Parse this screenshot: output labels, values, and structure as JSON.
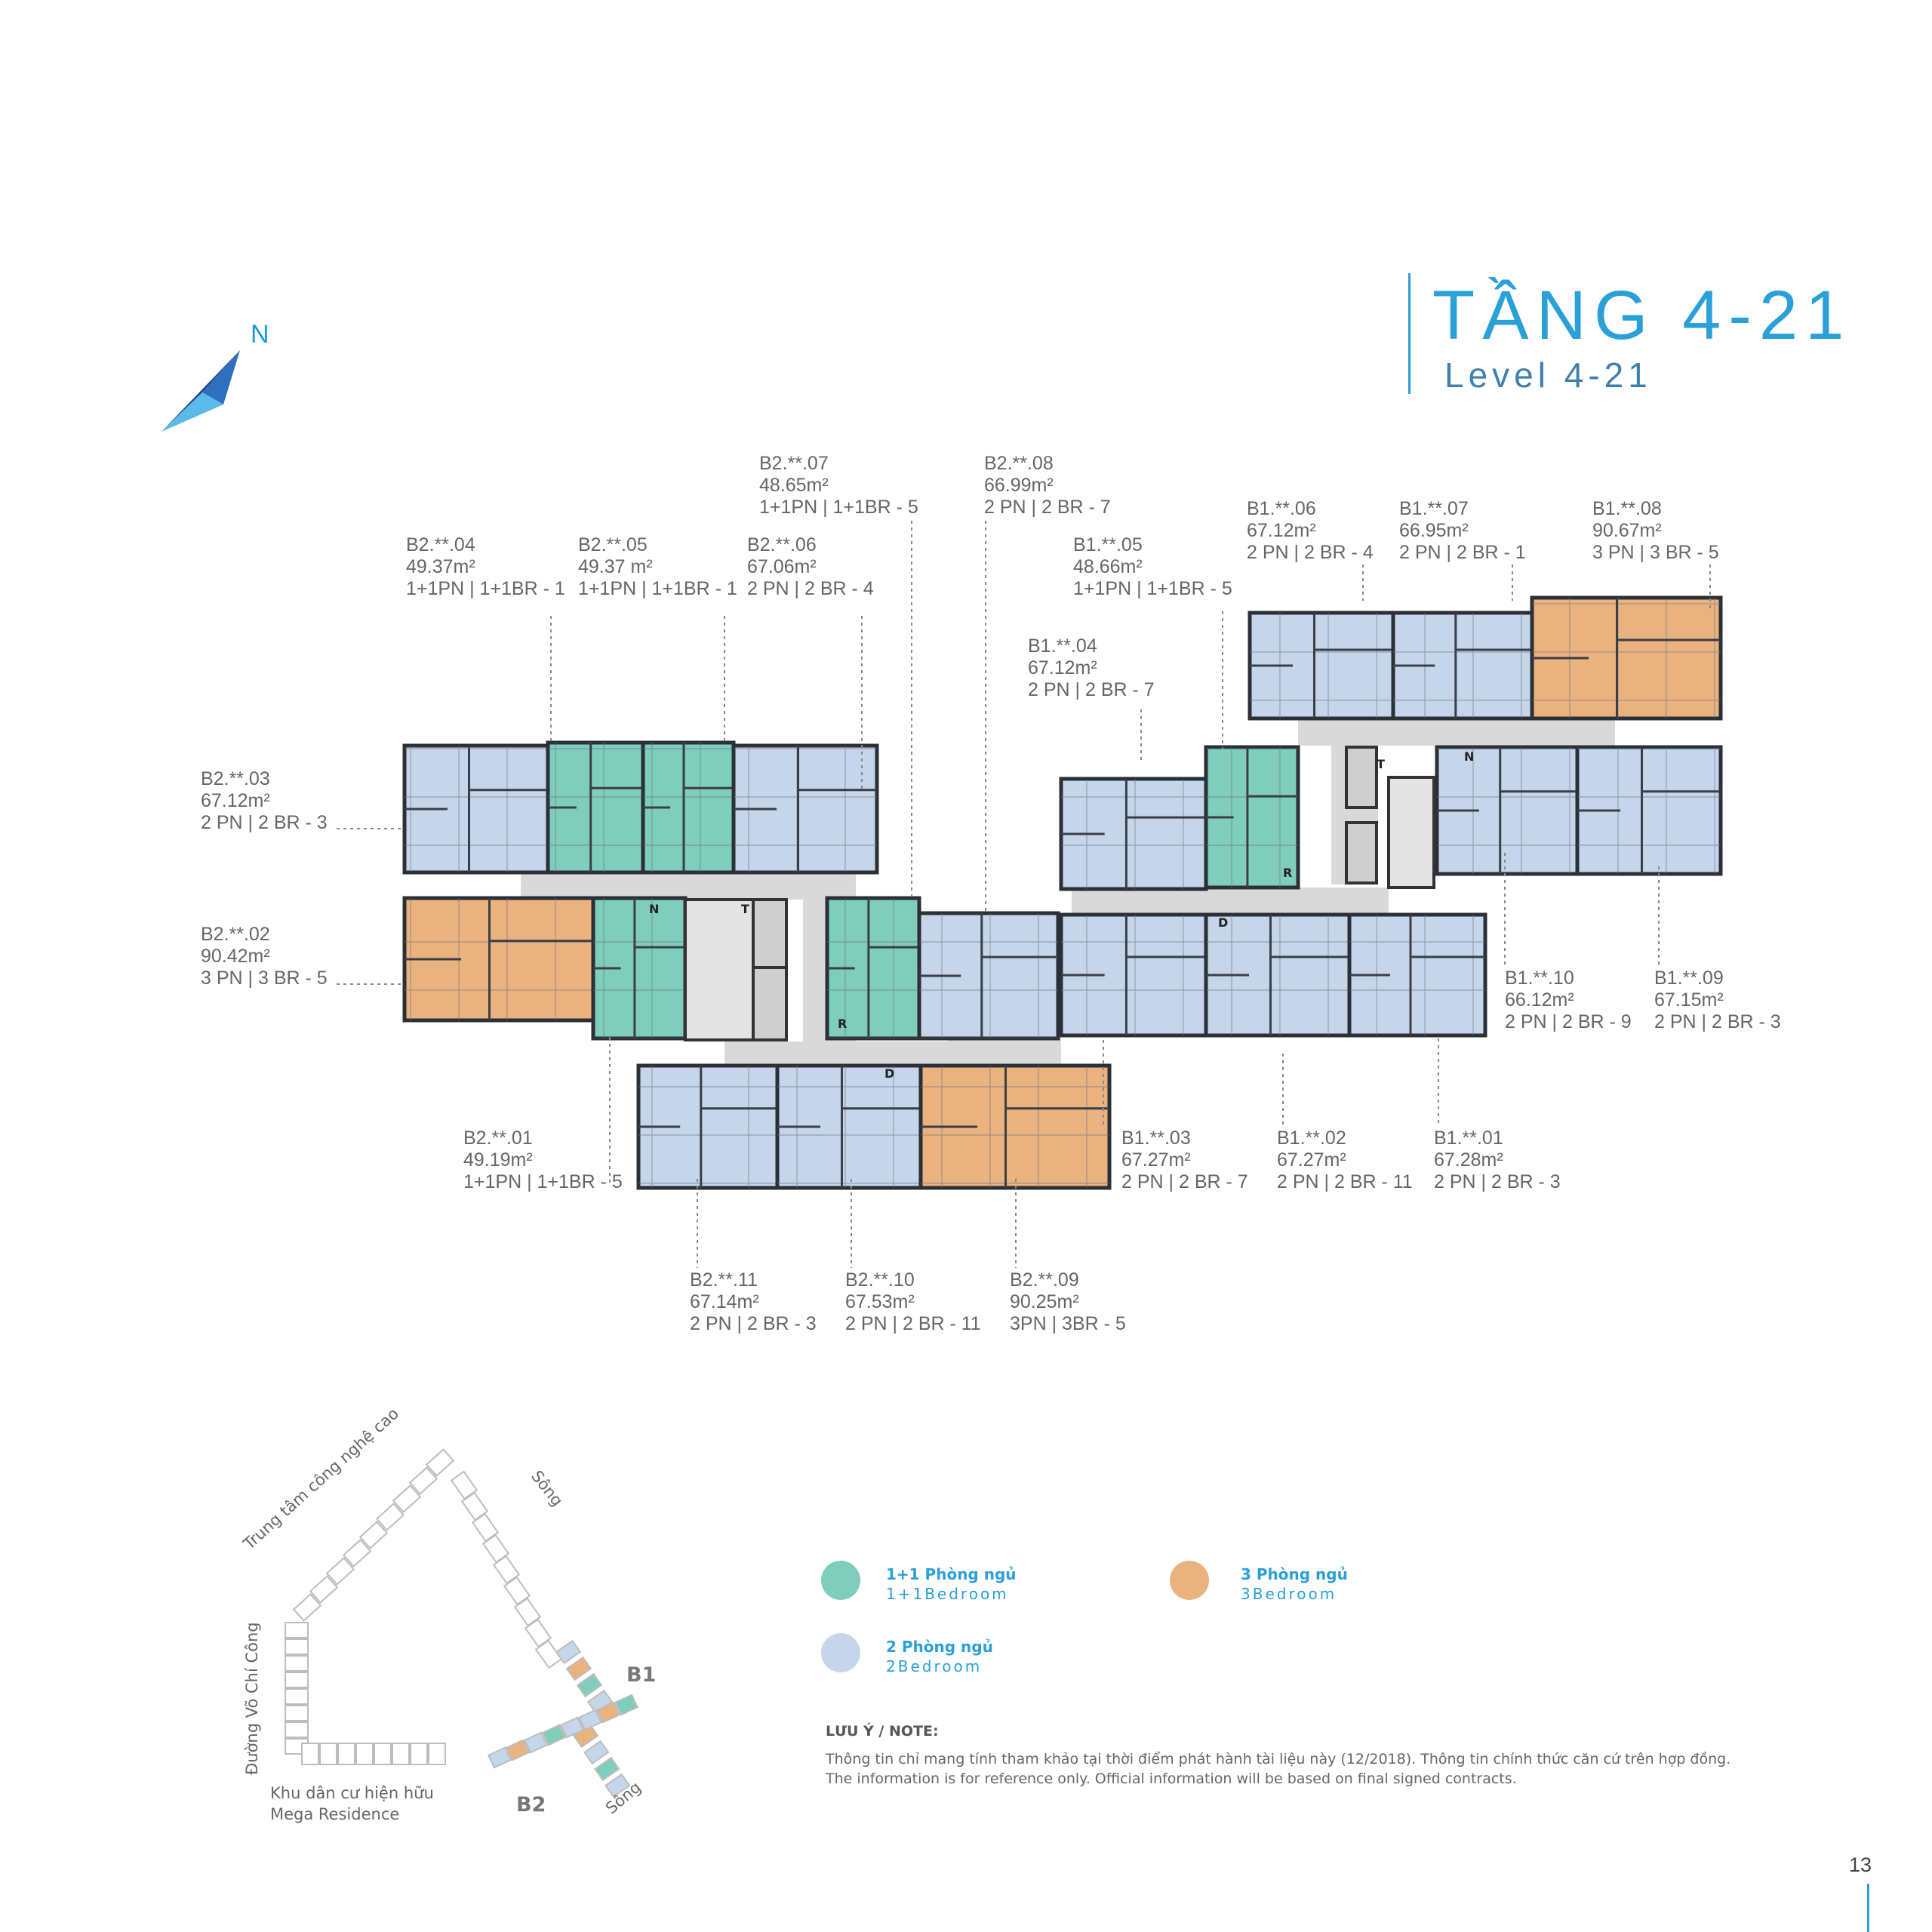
{
  "title": {
    "vi": "TẦNG 4-21",
    "en": "Level 4-21"
  },
  "compass": {
    "label": "N"
  },
  "colors": {
    "one_plus_one": "#7fcdbb",
    "two_bed": "#c5d6ea",
    "three_bed": "#eab27f",
    "corridor": "#d9d9d9",
    "accent": "#2aa0d8"
  },
  "units": [
    {
      "code": "B2.**.07",
      "area": "48.65m²",
      "type": "1+1PN | 1+1BR - 5"
    },
    {
      "code": "B2.**.08",
      "area": "66.99m²",
      "type": "2 PN | 2 BR - 7"
    },
    {
      "code": "B2.**.04",
      "area": "49.37m²",
      "type": "1+1PN | 1+1BR - 1"
    },
    {
      "code": "B2.**.05",
      "area": "49.37 m²",
      "type": "1+1PN | 1+1BR - 1"
    },
    {
      "code": "B2.**.06",
      "area": "67.06m²",
      "type": "2 PN | 2 BR - 4"
    },
    {
      "code": "B1.**.06",
      "area": "67.12m²",
      "type": "2 PN | 2 BR - 4"
    },
    {
      "code": "B1.**.07",
      "area": "66.95m²",
      "type": "2 PN | 2 BR - 1"
    },
    {
      "code": "B1.**.08",
      "area": "90.67m²",
      "type": "3 PN | 3 BR - 5"
    },
    {
      "code": "B1.**.05",
      "area": "48.66m²",
      "type": "1+1PN | 1+1BR - 5"
    },
    {
      "code": "B1.**.04",
      "area": "67.12m²",
      "type": "2 PN | 2 BR - 7"
    },
    {
      "code": "B2.**.03",
      "area": "67.12m²",
      "type": "2 PN | 2 BR - 3"
    },
    {
      "code": "B2.**.02",
      "area": "90.42m²",
      "type": "3 PN | 3 BR - 5"
    },
    {
      "code": "B1.**.10",
      "area": "66.12m²",
      "type": "2 PN | 2 BR - 9"
    },
    {
      "code": "B1.**.09",
      "area": "67.15m²",
      "type": "2 PN | 2 BR - 3"
    },
    {
      "code": "B2.**.01",
      "area": "49.19m²",
      "type": "1+1PN | 1+1BR - 5"
    },
    {
      "code": "B1.**.03",
      "area": "67.27m²",
      "type": "2 PN | 2 BR - 7"
    },
    {
      "code": "B1.**.02",
      "area": "67.27m²",
      "type": "2 PN | 2 BR - 11"
    },
    {
      "code": "B1.**.01",
      "area": "67.28m²",
      "type": "2 PN | 2 BR - 3"
    },
    {
      "code": "B2.**.11",
      "area": "67.14m²",
      "type": "2 PN | 2 BR - 3"
    },
    {
      "code": "B2.**.10",
      "area": "67.53m²",
      "type": "2 PN | 2 BR - 11"
    },
    {
      "code": "B2.**.09",
      "area": "90.25m²",
      "type": "3PN | 3BR - 5"
    }
  ],
  "plan_marks": [
    "N",
    "T",
    "R",
    "D"
  ],
  "legend": [
    {
      "vi": "1+1 Phòng ngủ",
      "en": "1+1Bedroom",
      "color": "#7fcdbb"
    },
    {
      "vi": "3 Phòng ngủ",
      "en": "3Bedroom",
      "color": "#eab27f"
    },
    {
      "vi": "2 Phòng ngủ",
      "en": "2Bedroom",
      "color": "#c5d6ea"
    }
  ],
  "note": {
    "title": "LƯU Ý / NOTE:",
    "line1": "Thông tin chỉ mang tính tham khảo tại thời điểm phát hành tài liệu này (12/2018). Thông tin chính thức căn cứ trên hợp đồng.",
    "line2": "The information is for reference only. Official information will be based on final signed contracts."
  },
  "site_map": {
    "labels": {
      "tech_center": "Trung tâm công nghệ cao",
      "river_top": "Sông",
      "road": "Đường Võ Chí Công",
      "residence_1": "Khu dân cư hiện hữu",
      "residence_2": "Mega Residence",
      "river_bottom": "Sông",
      "b1": "B1",
      "b2": "B2"
    }
  },
  "page_number": "13"
}
